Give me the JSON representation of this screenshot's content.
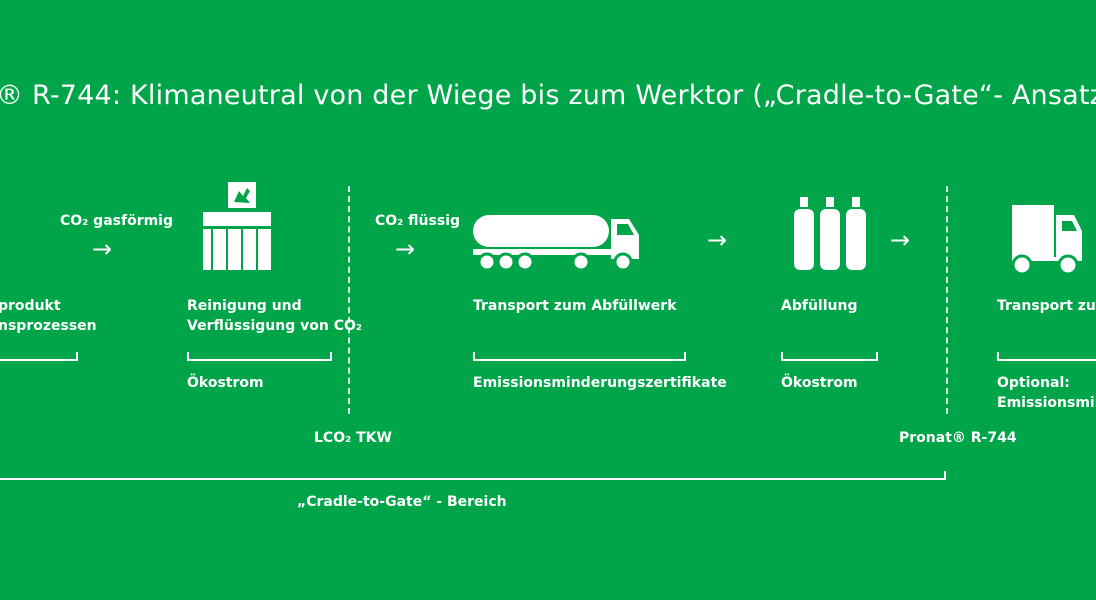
{
  "header": {
    "title": "® R-744: Klimaneutral von der Wiege bis zum Werktor („Cradle-to-Gate“- Ansatz)"
  },
  "steps": [
    {
      "label_line1": "produkt",
      "label_line2": "nsprozessen",
      "note_line1": "",
      "note_line2": ""
    },
    {
      "label_line1": "Reinigung und",
      "label_line2": "Verflüssigung von CO₂",
      "note_line1": "Ökostrom",
      "note_line2": ""
    },
    {
      "label_line1": "Transport zum Abfüllwerk",
      "label_line2": "",
      "note_line1": "Emissionsminderungszertifikate",
      "note_line2": ""
    },
    {
      "label_line1": "Abfüllung",
      "label_line2": "",
      "note_line1": "Ökostrom",
      "note_line2": ""
    },
    {
      "label_line1": "Transport zum",
      "label_line2": "",
      "note_line1": "Optional:",
      "note_line2": "Emissionsmind"
    }
  ],
  "flows": [
    {
      "label": "CO₂ gasförmig"
    },
    {
      "label": "CO₂ flüssig"
    }
  ],
  "arrow_glyph": "→",
  "boundaries": [
    {
      "label": "LCO₂ TKW"
    },
    {
      "label": "Pronat® R-744"
    }
  ],
  "scope": {
    "label": "„Cradle-to-Gate“ - Bereich"
  },
  "icons": [
    "plant-icon",
    "tanker-truck-icon",
    "gas-cylinders-icon",
    "delivery-truck-icon"
  ],
  "colors": {
    "background": "#00a54a",
    "foreground": "#ffffff"
  }
}
